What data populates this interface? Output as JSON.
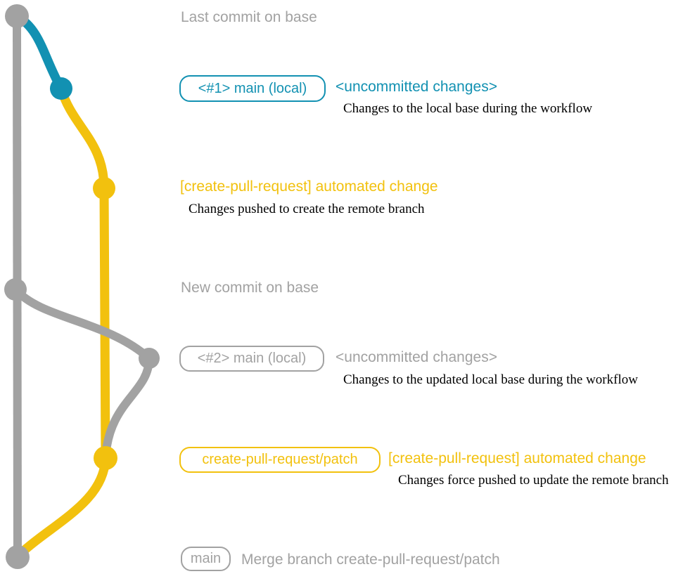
{
  "colors": {
    "gray": "#a2a2a2",
    "blue": "#1291b2",
    "yellow": "#f2c10e",
    "note": "#000000",
    "background": "#ffffff"
  },
  "graph": {
    "description": "git commit graph",
    "nodes": [
      {
        "id": "base-last-commit",
        "color_name": "gray"
      },
      {
        "id": "local-uncommitted-1",
        "color_name": "blue"
      },
      {
        "id": "remote-branch-commit-1",
        "color_name": "yellow"
      },
      {
        "id": "base-new-commit",
        "color_name": "gray"
      },
      {
        "id": "local-uncommitted-2",
        "color_name": "gray"
      },
      {
        "id": "remote-branch-commit-2",
        "color_name": "yellow"
      },
      {
        "id": "merge-commit",
        "color_name": "gray"
      }
    ]
  },
  "annotations": {
    "row1": {
      "label": "Last commit on base"
    },
    "row2": {
      "branch_label": "<#1> main (local)",
      "title": "<uncommitted changes>",
      "note": "Changes to the local base during the workflow"
    },
    "row3": {
      "title": "[create-pull-request] automated change",
      "note": "Changes pushed to create the remote branch"
    },
    "row4": {
      "label": "New commit on base"
    },
    "row5": {
      "branch_label": "<#2> main (local)",
      "title": "<uncommitted changes>",
      "note": "Changes to the updated local base during the workflow"
    },
    "row6": {
      "branch_label": "create-pull-request/patch",
      "title": "[create-pull-request] automated change",
      "note": "Changes force pushed to update the remote branch"
    },
    "row7": {
      "branch_label": "main",
      "message": "Merge branch create-pull-request/patch"
    }
  }
}
